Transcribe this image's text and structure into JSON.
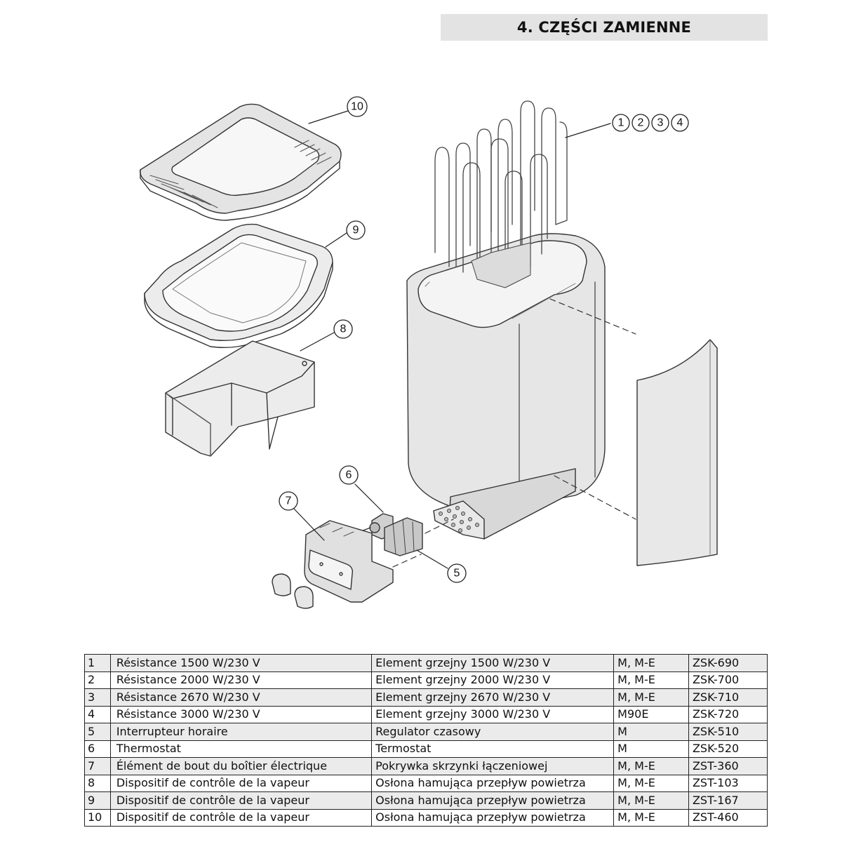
{
  "header": {
    "title": "4. CZĘŚCI ZAMIENNE"
  },
  "diagram": {
    "callouts": [
      "1",
      "2",
      "3",
      "4",
      "5",
      "6",
      "7",
      "8",
      "9",
      "10"
    ]
  },
  "parts": [
    {
      "num": "1",
      "fr": "Résistance 1500 W/230 V",
      "pl": "Element grzejny 1500 W/230 V",
      "model": "M, M-E",
      "code": "ZSK-690"
    },
    {
      "num": "2",
      "fr": "Résistance 2000 W/230 V",
      "pl": "Element grzejny 2000 W/230 V",
      "model": "M, M-E",
      "code": "ZSK-700"
    },
    {
      "num": "3",
      "fr": "Résistance 2670 W/230 V",
      "pl": "Element grzejny 2670 W/230 V",
      "model": "M, M-E",
      "code": "ZSK-710"
    },
    {
      "num": "4",
      "fr": "Résistance 3000 W/230 V",
      "pl": "Element grzejny 3000 W/230 V",
      "model": "M90E",
      "code": "ZSK-720"
    },
    {
      "num": "5",
      "fr": "Interrupteur horaire",
      "pl": "Regulator czasowy",
      "model": "M",
      "code": "ZSK-510"
    },
    {
      "num": "6",
      "fr": "Thermostat",
      "pl": "Termostat",
      "model": "M",
      "code": "ZSK-520"
    },
    {
      "num": "7",
      "fr": "Élément de bout du boîtier électrique",
      "pl": "Pokrywka skrzynki łączeniowej",
      "model": "M, M-E",
      "code": "ZST-360"
    },
    {
      "num": "8",
      "fr": "Dispositif de contrôle de la vapeur",
      "pl": "Osłona hamująca przepływ powietrza",
      "model": "M, M-E",
      "code": "ZST-103"
    },
    {
      "num": "9",
      "fr": "Dispositif de contrôle de la vapeur",
      "pl": "Osłona hamująca przepływ powietrza",
      "model": "M, M-E",
      "code": "ZST-167"
    },
    {
      "num": "10",
      "fr": "Dispositif de contrôle de la vapeur",
      "pl": "Osłona hamująca przepływ powietrza",
      "model": "M, M-E",
      "code": "ZST-460"
    }
  ]
}
